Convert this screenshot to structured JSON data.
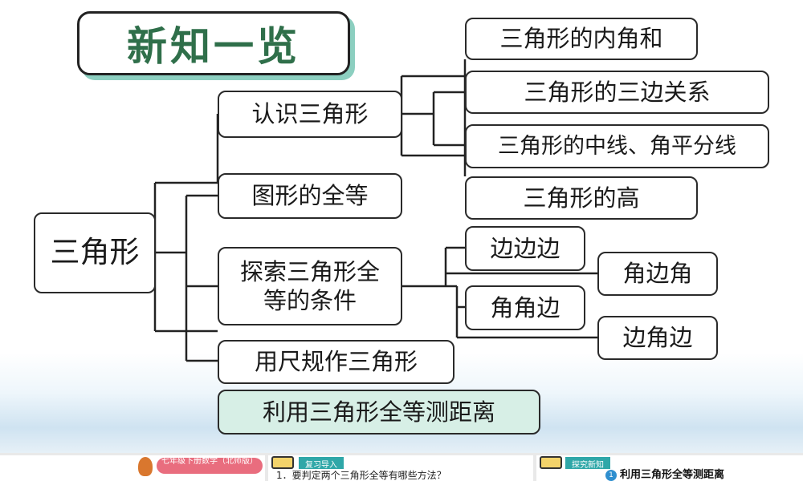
{
  "title": "新知一览",
  "root": "三角形",
  "branches": [
    "认识三角形",
    "图形的全等",
    "探索三角形全等的条件",
    "用尺规作三角形",
    "利用三角形全等测距离"
  ],
  "recognize_children": [
    "三角形的内角和",
    "三角形的三边关系",
    "三角形的中线、角平分线",
    "三角形的高"
  ],
  "congruence_conditions": [
    "边边边",
    "角边角",
    "角角边",
    "边角边"
  ],
  "highlight_color": "#d7efe6",
  "bottom": {
    "book_label": "七年级下册数学（北师版）",
    "review_tag": "复习导入",
    "review_question": "1．要判定两个三角形全等有哪些方法？",
    "explore_tag": "探究新知",
    "explore_heading": "利用三角形全等测距离",
    "explore_number": "1"
  }
}
